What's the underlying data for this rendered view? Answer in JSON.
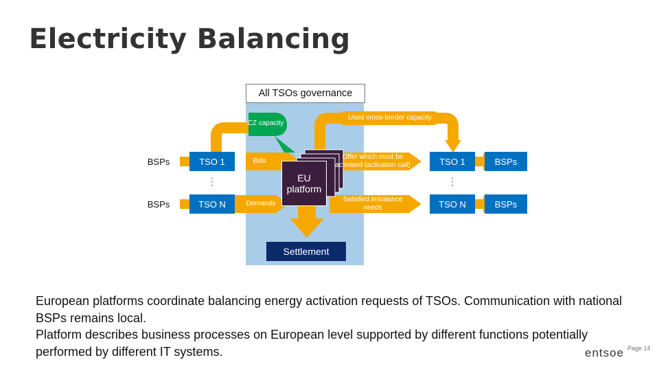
{
  "title": "Electricity Balancing",
  "diagram": {
    "governance": "All TSOs governance",
    "cz_capacity": "CZ capacity",
    "used_capacity": "Used cross-border capacity",
    "bids": "Bids",
    "demands": "Demands",
    "eu_platform": "EU platform",
    "offer": "Offer which must be activated (activation call)",
    "satisfied": "Satisfied imbalance needs",
    "settlement": "Settlement",
    "left": {
      "bsp_top": "BSPs",
      "bsp_bottom": "BSPs",
      "tso_top": "TSO 1",
      "tso_bottom": "TSO N",
      "dots": "⋮"
    },
    "right": {
      "bsp_top": "BSPs",
      "bsp_bottom": "BSPs",
      "tso_top": "TSO 1",
      "tso_bottom": "TSO N",
      "dots": "⋮"
    }
  },
  "body": {
    "line1": "European platforms coordinate balancing energy activation requests of TSOs. Communication with national BSPs remains local.",
    "line2": "Platform describes business processes on European level supported by different functions potentially performed by different IT systems."
  },
  "footer": {
    "logo": "entsoe",
    "page": "Page 14"
  },
  "colors": {
    "blue": "#0070c0",
    "orange": "#f5a800",
    "platform": "#3b1e3d",
    "light_blue": "#a9cde9",
    "settlement": "#0a2a6a"
  }
}
